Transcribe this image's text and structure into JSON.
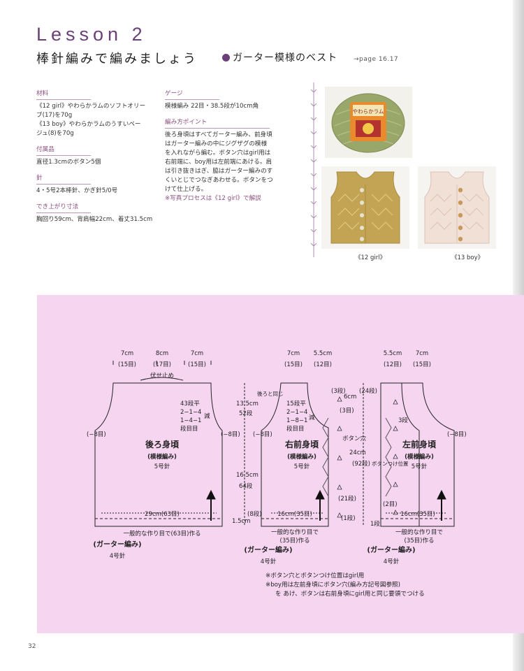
{
  "header": {
    "lesson": "Lesson 2",
    "subtitle": "棒針編みで編みましょう",
    "vest_title": "ガーター模様のベスト",
    "page_ref": "→page 16.17"
  },
  "info": {
    "materials": {
      "heading": "材料",
      "lines": [
        "《12 girl》やわらかラムのソフトオリー",
        "ブ(17)を70g",
        "《13 boy》やわらかラムのうすいベー",
        "ジュ(8)を70g"
      ]
    },
    "accessories": {
      "heading": "付属品",
      "text": "直径1.3cmのボタン5個"
    },
    "needles": {
      "heading": "針",
      "text": "4・5号2本棒針、かぎ針5/0号"
    },
    "size": {
      "heading": "でき上がり寸法",
      "text": "胸回り59cm、背肩幅22cm、着丈31.5cm"
    },
    "gauge": {
      "heading": "ゲージ",
      "text": "模様編み 22目・38.5段が10cm角"
    },
    "points": {
      "heading": "編み方ポイント",
      "lines": [
        "後ろ身頃はすべてガーター編み、前身頃",
        "はガーター編みの中にジグザグの模様",
        "を入れながら編む。ボタン穴はgirl用は",
        "右前端に、boy用は左前端にあける。肩",
        "は引き抜きはぎ、脇はガーター編みのす",
        "くいとじでつなぎあわせる。ボタンをつ",
        "けて仕上げる。",
        "※写真プロセスは《12 girl》で解説"
      ]
    }
  },
  "photos": {
    "yarn_label": "やわらかラム",
    "captions": [
      "《12 girl》",
      "《13 boy》"
    ],
    "colors": {
      "yarn": "#9aa76a",
      "girl_vest": "#c3a455",
      "boy_vest": "#f1e0d6",
      "button": "#c79a5b"
    }
  },
  "diagram": {
    "back": {
      "top_widths": [
        "7cm",
        "8cm",
        "7cm"
      ],
      "top_stitches": [
        "(15目)",
        "(17目)",
        "(15目)"
      ],
      "bind_off": "伏せ止め",
      "dec_lines": [
        "43段平",
        "2−1−4",
        "1−4−1",
        "段目目"
      ],
      "dec_mark": "減",
      "side_left": "(−8目)",
      "side_right": "(−8目)",
      "title": "後ろ身頃",
      "pattern": "(模様編み)",
      "needle": "5号針",
      "width": "29cm(63目)",
      "cast_on": "一般的な作り目で(63目)作る",
      "hem": "(ガーター編み)",
      "hem_needle": "4号針"
    },
    "heights": {
      "armhole_cm": "13.5cm",
      "armhole_rows": "52段",
      "body_cm": "16.5cm",
      "body_rows": "64段",
      "hem_cm": "1.5cm",
      "hem_rows": "(8段)"
    },
    "right_front": {
      "same_as_back": "後ろと同じ",
      "top_widths": [
        "7cm",
        "5.5cm"
      ],
      "top_stitches": [
        "(15目)",
        "(12目)"
      ],
      "dec_lines": [
        "15段平",
        "2−1−4",
        "1−8−1",
        "段目目"
      ],
      "dec_mark": "減",
      "side_left": "(−8目)",
      "title": "右前身頃",
      "pattern": "(模様編み)",
      "needle": "5号針",
      "width": "16cm(35目)",
      "cast_on": [
        "一般的な作り目で",
        "(35目)作る"
      ],
      "hem": "(ガーター編み)",
      "hem_needle": "4号針",
      "buttonhole": "ボタン穴",
      "edge_rows": [
        "(3段)",
        "(3目)",
        "(21段)",
        "(1段)"
      ]
    },
    "front_heights": {
      "top_cm": "6cm",
      "top_rows": "(24段)",
      "front_cm": "24cm",
      "front_rows": "(92段)"
    },
    "left_front": {
      "top_widths": [
        "5.5cm",
        "7cm"
      ],
      "top_stitches": [
        "(12目)",
        "(15目)"
      ],
      "button_pos": "ボタンつけ位置",
      "edge_rows": [
        "3段",
        "(2目)",
        "1段"
      ],
      "side_right": "(−8目)",
      "title": "左前身頃",
      "pattern": "(模様編み)",
      "needle": "5号針",
      "width": "16cm(35目)",
      "cast_on": [
        "一般的な作り目で",
        "(35目)作る"
      ],
      "hem": "(ガーター編み)",
      "hem_needle": "4号針"
    },
    "notes": [
      "※ボタン穴とボタンつけ位置はgirl用",
      "※boy用は左前身頃にボタン穴(編み方記号図参照)",
      "を あけ、ボタンは右前身頃にgirl用と同じ要領でつける"
    ]
  },
  "page_number": "32"
}
